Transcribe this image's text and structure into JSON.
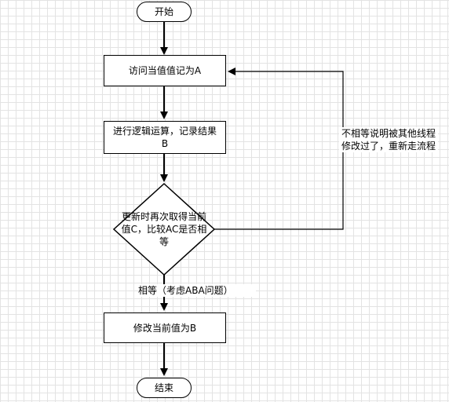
{
  "flowchart": {
    "start": "开始",
    "step_read": "访问当值值记为A",
    "step_compute": "进行逻辑运算，记录结果B",
    "decision": "更新时再次取得当前值C，比较AC是否相等",
    "step_update": "修改当前值为B",
    "end": "结束",
    "label_equal": "相等（考虑ABA问题）",
    "label_not_equal": "不相等说明被其他线程修改过了，重新走流程"
  }
}
